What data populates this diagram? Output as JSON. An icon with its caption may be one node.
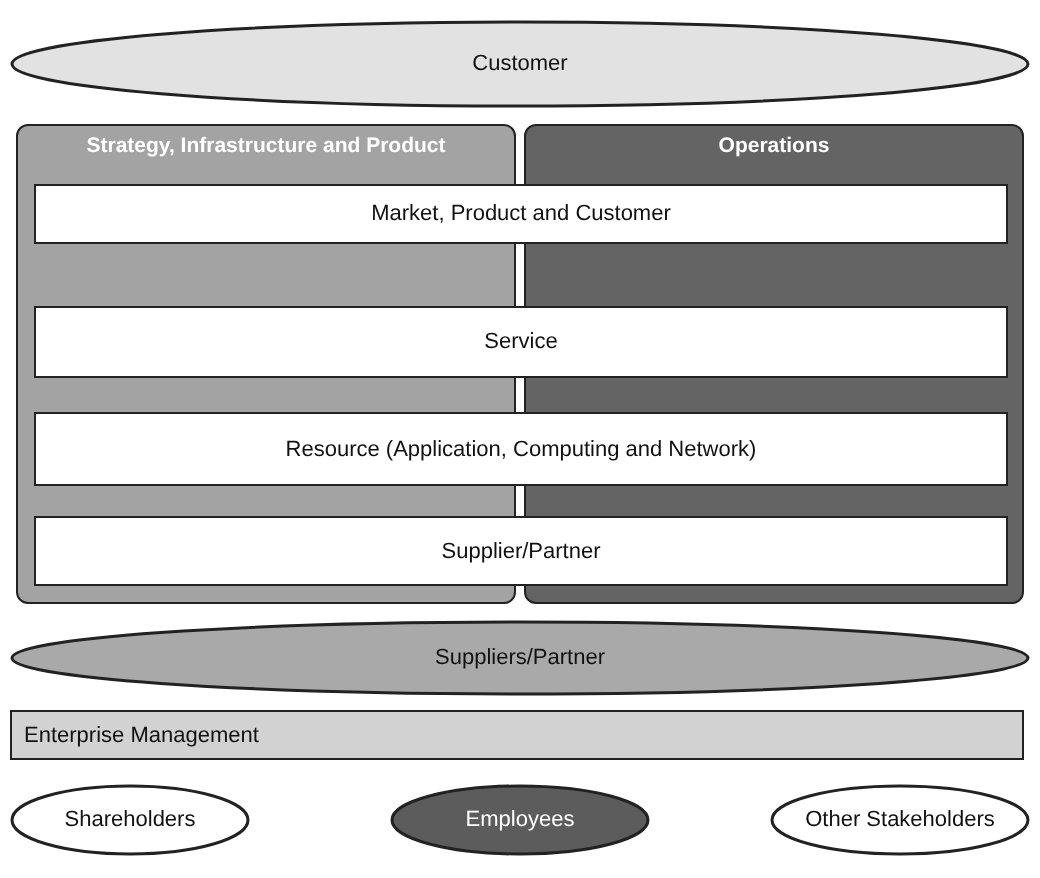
{
  "diagram": {
    "nodes": [
      {
        "text": [
          "Customer"
        ]
      },
      {
        "text": [
          "Strategy, Infrastructure and Product"
        ]
      },
      {
        "text": [
          "Operations"
        ]
      },
      {
        "text": [
          "Market, Product and Customer"
        ]
      },
      {
        "text": [
          "Service"
        ]
      },
      {
        "text": [
          "Resource (Application, Computing and Network)"
        ]
      },
      {
        "text": [
          "Supplier/Partner"
        ]
      },
      {
        "text": [
          "Suppliers/Partner"
        ]
      },
      {
        "text": [
          "Enterprise Management"
        ]
      },
      {
        "text": [
          "Shareholders"
        ]
      },
      {
        "text": [
          "Employees"
        ]
      },
      {
        "text": [
          "Other Stakeholders"
        ]
      }
    ]
  }
}
